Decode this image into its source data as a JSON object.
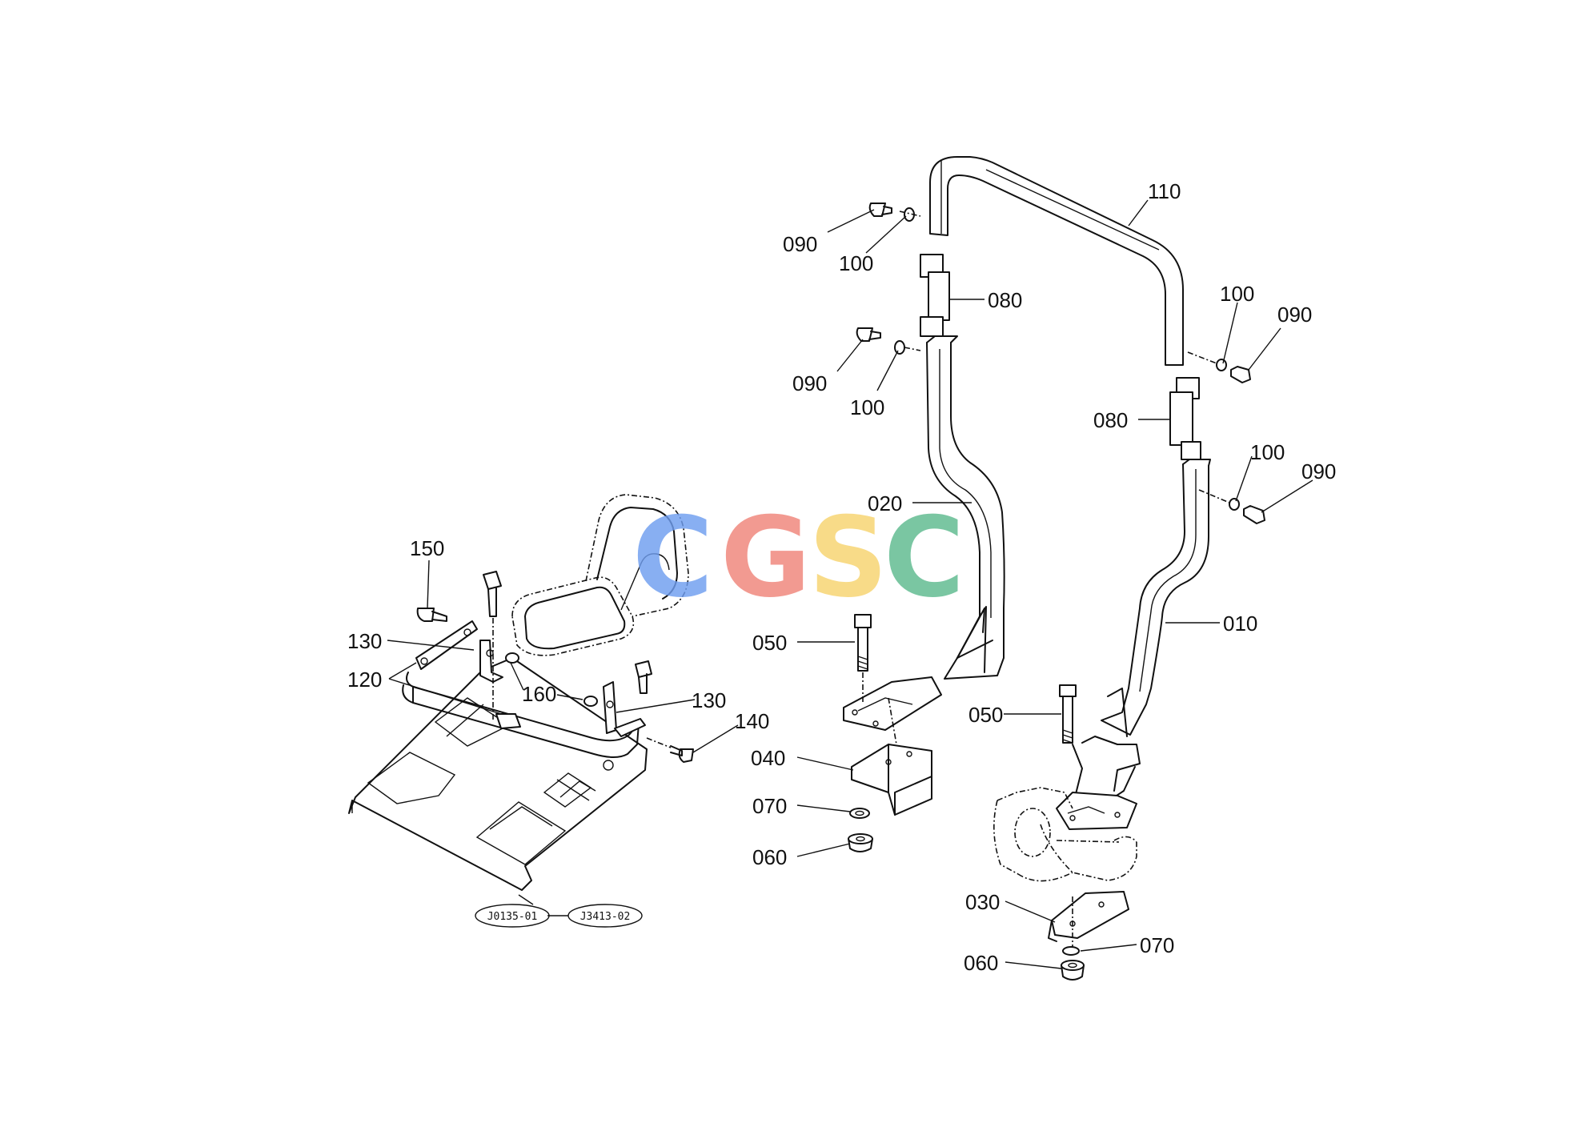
{
  "watermark": {
    "letters": [
      {
        "char": "C",
        "color": "#6f9ef0"
      },
      {
        "char": "G",
        "color": "#f0857a"
      },
      {
        "char": "S",
        "color": "#f7d46e"
      },
      {
        "char": "C",
        "color": "#5dba8e"
      }
    ]
  },
  "callouts": {
    "c110": "110",
    "c090_top_left": "090",
    "c100_top_left": "100",
    "c080_left": "080",
    "c090_mid_left": "090",
    "c100_mid_left": "100",
    "c100_top_right": "100",
    "c090_top_right": "090",
    "c080_right": "080",
    "c100_mid_right": "100",
    "c090_mid_right": "090",
    "c020": "020",
    "c010": "010",
    "c050_left": "050",
    "c050_right": "050",
    "c040": "040",
    "c070_left": "070",
    "c060_left": "060",
    "c030": "030",
    "c070_right": "070",
    "c060_right": "060",
    "c150": "150",
    "c130_left": "130",
    "c120": "120",
    "c160": "160",
    "c130_right": "130",
    "c140": "140"
  },
  "references": {
    "ref1": "J0135-01",
    "ref2": "J3413-02"
  }
}
